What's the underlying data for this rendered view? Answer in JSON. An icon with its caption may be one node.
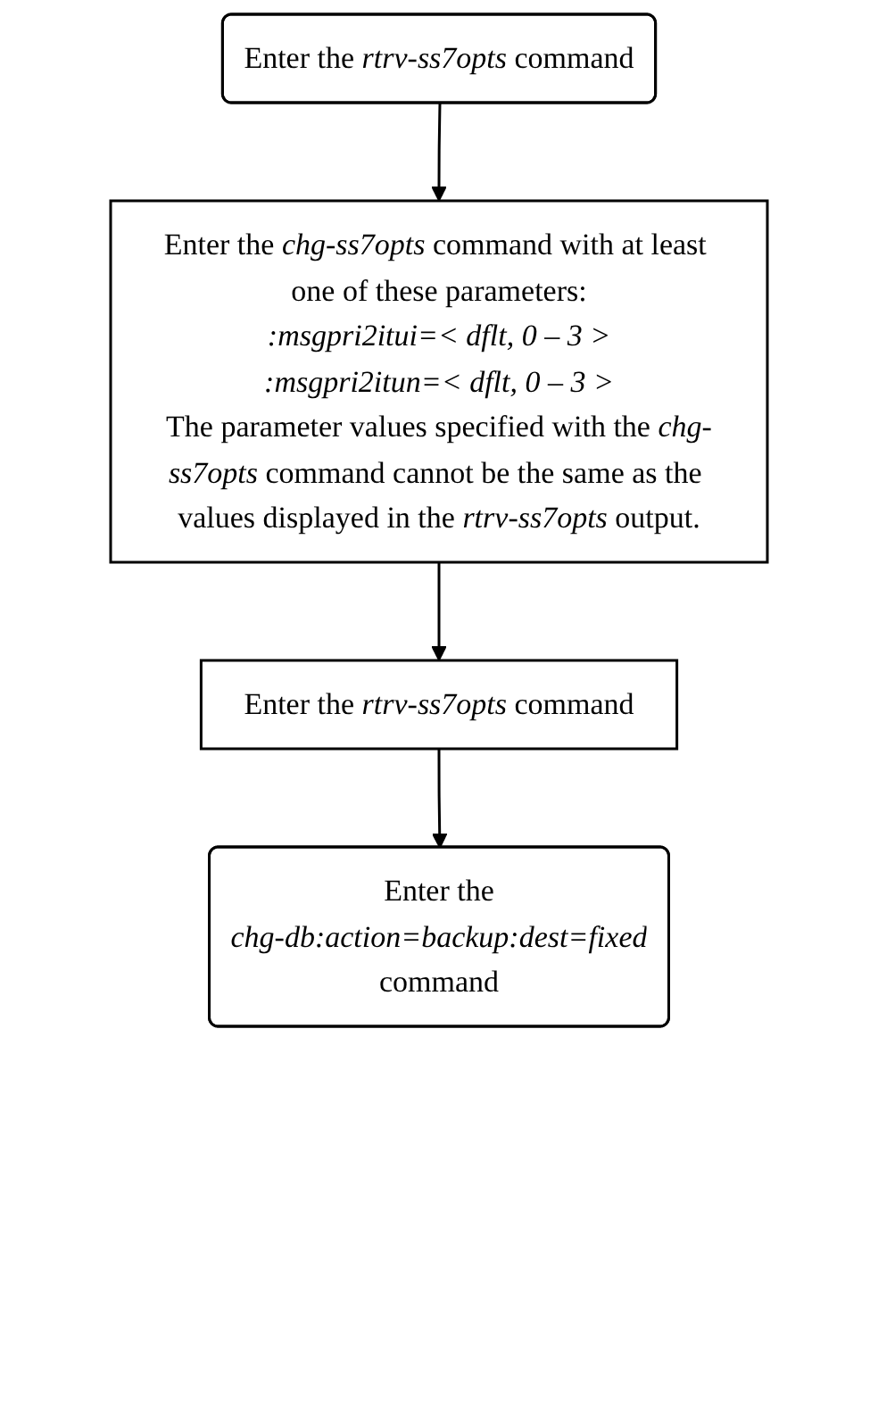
{
  "diagram": {
    "nodes": [
      {
        "text": [
          "Enter the *rtrv-ss7opts* command"
        ]
      },
      {
        "text": [
          "Enter the *chg-ss7opts* command with at least one of these parameters:",
          ":msgpri2itui=< dflt, 0 – 3 >",
          ":msgpri2itun=< dflt, 0 – 3 >",
          "The parameter values specified with the *chg-ss7opts* command cannot be the same as the values displayed in the *rtrv-ss7opts* output."
        ]
      },
      {
        "text": [
          "Enter the *rtrv-ss7opts* command"
        ]
      },
      {
        "text": [
          "Enter the",
          "chg-db:action=backup:dest=fixed",
          "command"
        ]
      }
    ],
    "edges": [
      {
        "from": 0,
        "to": 1,
        "arrow": "to"
      },
      {
        "from": 1,
        "to": 2,
        "arrow": "to"
      },
      {
        "from": 2,
        "to": 3,
        "arrow": "to"
      }
    ]
  }
}
